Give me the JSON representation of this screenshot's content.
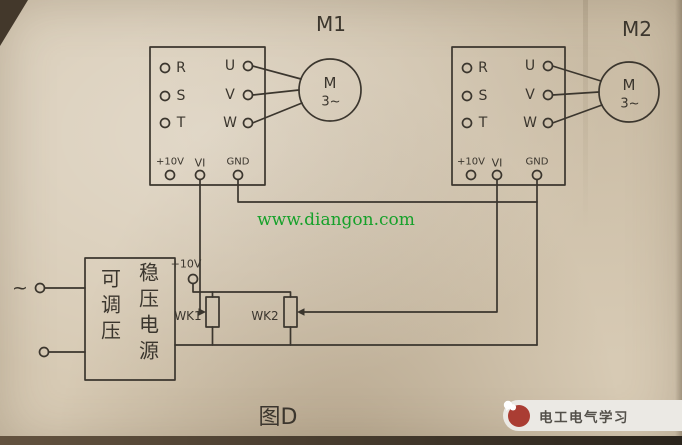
{
  "colors": {
    "paper": "#d7cab4",
    "ink": "#3b362e",
    "watermark_green": "#16a12a",
    "logo_red": "#aa3d33"
  },
  "labels": {
    "m1": "M1",
    "m2": "M2",
    "motor_letter": "M",
    "motor_phase": "3~",
    "ac": "~",
    "caption": "图D"
  },
  "vfd": {
    "inputs": [
      "R",
      "S",
      "T"
    ],
    "outputs": [
      "U",
      "V",
      "W"
    ],
    "control": [
      "+10V",
      "VI",
      "GND"
    ]
  },
  "power_supply": {
    "col_left": "可调压",
    "col_right": "稳压电源",
    "output": "+10V"
  },
  "pots": {
    "wk1": "WK1",
    "wk2": "WK2"
  },
  "watermark": "www.diangon.com",
  "footer": {
    "brand": "电工电气学习"
  }
}
